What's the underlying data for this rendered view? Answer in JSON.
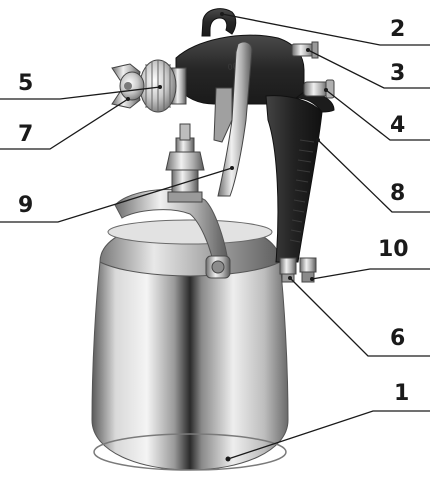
{
  "diagram": {
    "callouts": [
      {
        "id": "1",
        "label": "1"
      },
      {
        "id": "2",
        "label": "2"
      },
      {
        "id": "3",
        "label": "3"
      },
      {
        "id": "4",
        "label": "4"
      },
      {
        "id": "5",
        "label": "5"
      },
      {
        "id": "6",
        "label": "6"
      },
      {
        "id": "7",
        "label": "7"
      },
      {
        "id": "8",
        "label": "8"
      },
      {
        "id": "9",
        "label": "9"
      },
      {
        "id": "10",
        "label": "10"
      }
    ],
    "colors": {
      "gun_body": "#2b2b2b",
      "metal": "#c8c8c8",
      "leader_line": "#1a1a1a",
      "label_text": "#1a1a1a"
    }
  }
}
